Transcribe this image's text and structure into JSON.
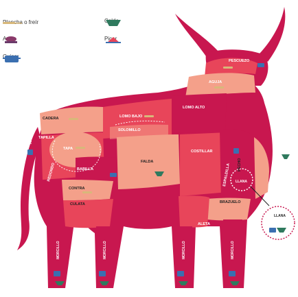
{
  "legend": {
    "items": [
      {
        "label": "Plancha o freír",
        "icon": "frying-pan-icon"
      },
      {
        "label": "Asar",
        "icon": "roasting-tray-icon"
      },
      {
        "label": "Guisar",
        "icon": "stew-pot-icon"
      },
      {
        "label": "Caldo",
        "icon": "broth-bowl-icon"
      },
      {
        "label": "Picar",
        "icon": "mincer-icon"
      }
    ]
  },
  "cuts": {
    "pescuezo": "PESCUEZO",
    "agua": "AGUJA",
    "lomo_alto": "LOMO ALTO",
    "lomo_bajo": "LOMO BAJO",
    "solomillo": "SOLOMILLO",
    "cadera": "CADERA",
    "rabo": "RABO",
    "tapilla": "TAPILLA",
    "tapa": "TAPA",
    "redondo": "REDONDO",
    "babilla": "BABILLA",
    "contra": "CONTRA",
    "culata": "CULATA",
    "falda": "FALDA",
    "costillar": "COSTILLAR",
    "espaldilla": "ESPALDILLA",
    "pecho": "PECHO",
    "llana": "LLANA",
    "brazuelo": "BRAZUELO",
    "aleta": "ALETA",
    "morcillo_1": "MORCILLO",
    "morcillo_2": "MORCILLO",
    "morcillo_3": "MORCILLO",
    "morcillo_4": "MORCILLO",
    "llana_zoom": "LLANA"
  },
  "colors": {
    "dark": "#c8174f",
    "medium": "#e8455a",
    "light": "#f4a08a",
    "pan_handle": "#d8b87a",
    "pan_body": "#6a3a6a",
    "pot": "#3b6fb0",
    "bowl": "#2f7a5e"
  }
}
